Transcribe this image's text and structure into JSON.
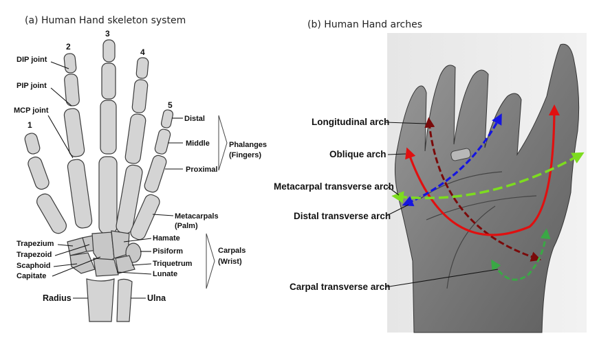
{
  "panel_a": {
    "title": "(a)  Human Hand skeleton system",
    "finger_numbers": [
      "1",
      "2",
      "3",
      "4",
      "5"
    ],
    "joints": {
      "dip": "DIP joint",
      "pip": "PIP joint",
      "mcp": "MCP joint"
    },
    "phalanges": {
      "distal": "Distal",
      "middle": "Middle",
      "proximal": "Proximal",
      "group_line1": "Phalanges",
      "group_line2": "(Fingers)"
    },
    "metacarpals": {
      "line1": "Metacarpals",
      "line2": "(Palm)"
    },
    "carpals_left": [
      "Trapezium",
      "Trapezoid",
      "Scaphoid",
      "Capitate"
    ],
    "carpals_right": [
      "Hamate",
      "Pisiform",
      "Triquetrum",
      "Lunate"
    ],
    "carpals_group": {
      "line1": "Carpals",
      "line2": "(Wrist)"
    },
    "forearm": {
      "radius": "Radius",
      "ulna": "Ulna"
    }
  },
  "panel_b": {
    "title": "(b)  Human Hand arches",
    "arches": [
      {
        "label": "Longitudinal arch",
        "color": "#7a0a0a"
      },
      {
        "label": "Oblique arch",
        "color": "#e01010"
      },
      {
        "label": "Metacarpal transverse arch",
        "color": "#7ddc1f"
      },
      {
        "label": "Distal transverse arch",
        "color": "#1515e0"
      },
      {
        "label": "Carpal transverse arch",
        "color": "#3aa845"
      }
    ]
  }
}
